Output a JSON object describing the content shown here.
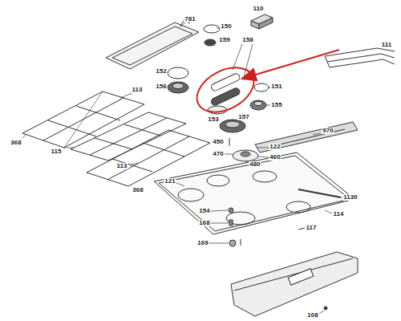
{
  "diagram": {
    "labels": [
      "781",
      "110",
      "150",
      "158",
      "111",
      "159",
      "152",
      "156",
      "151",
      "155",
      "153",
      "113",
      "368",
      "115",
      "157",
      "970",
      "450",
      "122",
      "470",
      "460",
      "480",
      "113",
      "368",
      "121",
      "154",
      "168",
      "1130",
      "114",
      "117",
      "169",
      "108"
    ]
  }
}
